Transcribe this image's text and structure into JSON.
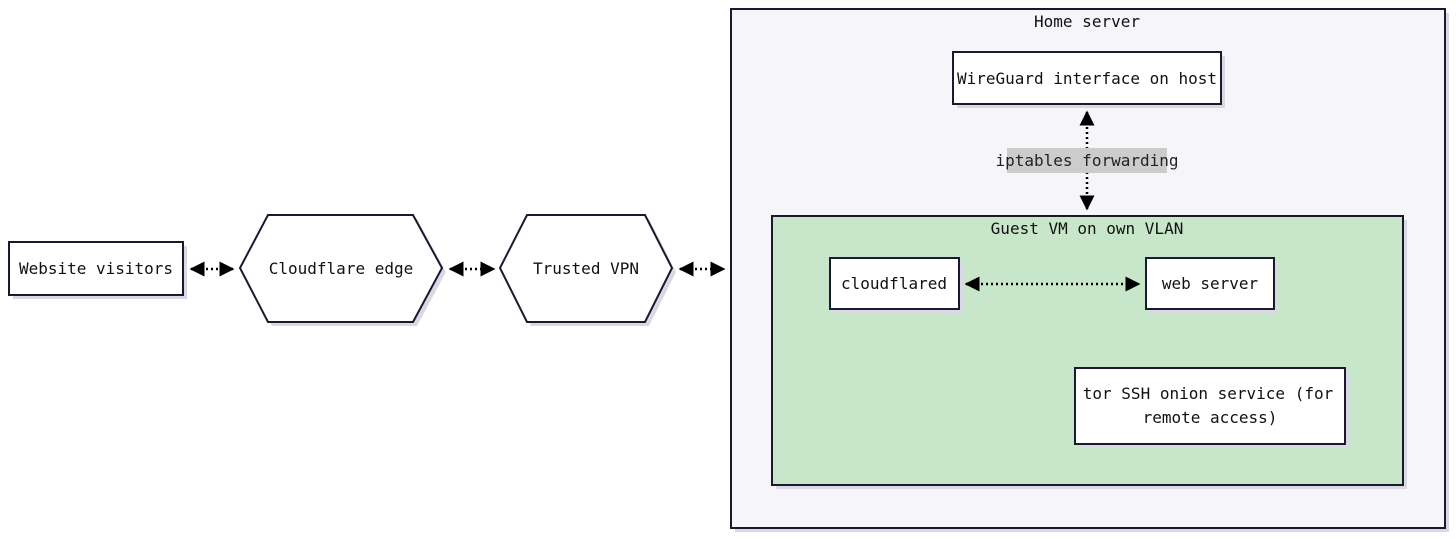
{
  "nodes": {
    "website_visitors": "Website visitors",
    "cloudflare_edge": "Cloudflare edge",
    "trusted_vpn": "Trusted VPN",
    "wireguard": "WireGuard interface on host",
    "cloudflared": "cloudflared",
    "web_server": "web server",
    "tor_ssh_line1": "tor SSH onion service (for",
    "tor_ssh_line2": "remote access)"
  },
  "groups": {
    "home_server": "Home server",
    "guest_vm": "Guest VM on own VLAN"
  },
  "edges": {
    "iptables": "iptables forwarding"
  },
  "colors": {
    "home_server_fill": "#f6f6fa",
    "guest_vm_fill": "#c8e6c9",
    "edge_label_bg": "#cccccc",
    "stroke": "#1a1a2e"
  }
}
